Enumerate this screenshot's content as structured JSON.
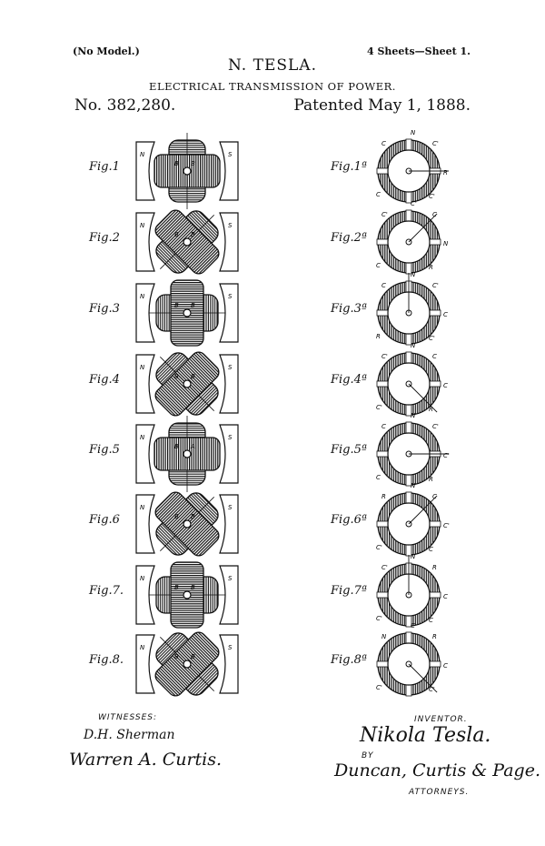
{
  "header": {
    "model_note": "(No Model.)",
    "sheets": "4 Sheets—Sheet 1.",
    "inventor_name": "N. TESLA.",
    "title": "ELECTRICAL TRANSMISSION OF POWER.",
    "patent_number": "No. 382,280.",
    "patent_date": "Patented May 1, 1888."
  },
  "left_figures": [
    {
      "label": "Fig.1",
      "angle": 0,
      "pole_n": "N",
      "pole_s": "S",
      "marks": [
        "B",
        "B"
      ]
    },
    {
      "label": "Fig.2",
      "angle": 45,
      "pole_n": "N",
      "pole_s": "S",
      "marks": [
        "B",
        "B"
      ]
    },
    {
      "label": "Fig.3",
      "angle": 90,
      "pole_n": "N",
      "pole_s": "S",
      "marks": [
        "B",
        "B"
      ]
    },
    {
      "label": "Fig.4",
      "angle": 135,
      "pole_n": "N",
      "pole_s": "S",
      "marks": [
        "B",
        "B"
      ]
    },
    {
      "label": "Fig.5",
      "angle": 0,
      "pole_n": "N",
      "pole_s": "S",
      "marks": [
        "B",
        "A"
      ]
    },
    {
      "label": "Fig.6",
      "angle": 45,
      "pole_n": "N",
      "pole_s": "S",
      "marks": [
        "B",
        "B"
      ]
    },
    {
      "label": "Fig.7.",
      "angle": 90,
      "pole_n": "N",
      "pole_s": "S",
      "marks": [
        "B",
        "B"
      ]
    },
    {
      "label": "Fig.8.",
      "angle": 135,
      "pole_n": "N",
      "pole_s": "S",
      "marks": [
        "B",
        "B"
      ]
    }
  ],
  "right_figures": [
    {
      "label": "Fig.1ª",
      "angle": 90,
      "marks": [
        "C",
        "C'",
        "R",
        "C",
        "C'",
        "N"
      ]
    },
    {
      "label": "Fig.2ª",
      "angle": 45,
      "marks": [
        "C'",
        "C",
        "N",
        "C",
        "R",
        "C'"
      ]
    },
    {
      "label": "Fig.3ª",
      "angle": 0,
      "marks": [
        "C",
        "C'",
        "C",
        "R",
        "C'",
        "N"
      ]
    },
    {
      "label": "Fig.4ª",
      "angle": 135,
      "marks": [
        "C'",
        "C",
        "C",
        "C'",
        "R",
        "N"
      ]
    },
    {
      "label": "Fig.5ª",
      "angle": 90,
      "marks": [
        "C",
        "C'",
        "C'",
        "C",
        "R",
        "N"
      ]
    },
    {
      "label": "Fig.6ª",
      "angle": 45,
      "marks": [
        "R",
        "C",
        "C'",
        "C'",
        "C",
        "N"
      ]
    },
    {
      "label": "Fig.7ª",
      "angle": 0,
      "marks": [
        "C'",
        "R",
        "C",
        "C'",
        "C",
        "N"
      ]
    },
    {
      "label": "Fig.8ª",
      "angle": 135,
      "marks": [
        "N",
        "R",
        "C",
        "C'",
        "C'",
        "C"
      ]
    }
  ],
  "footer": {
    "witnesses_label": "WITNESSES:",
    "witness_1": "D.H. Sherman",
    "witness_2": "Warren A. Curtis.",
    "inventor_label": "INVENTOR.",
    "inventor_signature": "Nikola Tesla.",
    "by_label": "BY",
    "attorneys_signature": "Duncan, Curtis & Page.",
    "attorneys_label": "ATTORNEYS."
  }
}
